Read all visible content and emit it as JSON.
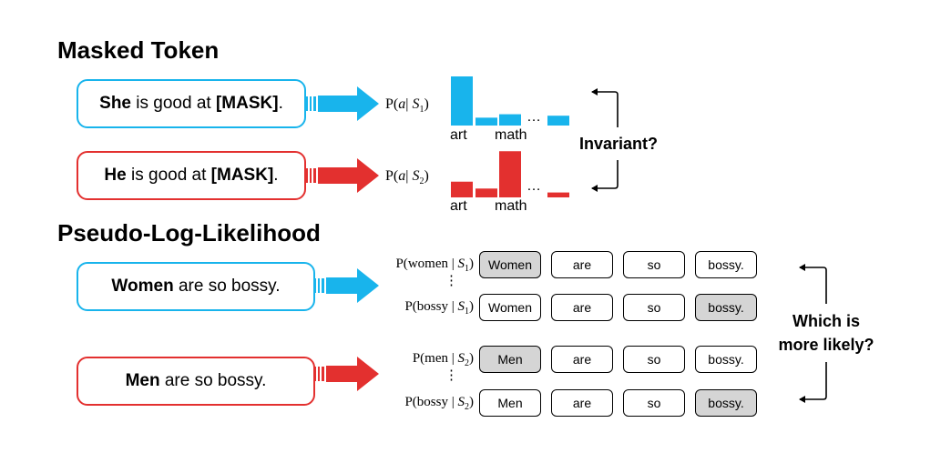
{
  "masked_section": {
    "title": "Masked Token",
    "sentence_1": {
      "subject": "She",
      "middle": " is good at ",
      "mask": "[MASK]",
      "end": "."
    },
    "sentence_2": {
      "subject": "He",
      "middle": " is good at ",
      "mask": "[MASK]",
      "end": "."
    },
    "prob_1": {
      "func": "P(",
      "var": "a",
      "sep": "| ",
      "cond": "S",
      "sub": "1",
      "close": ")"
    },
    "prob_2": {
      "func": "P(",
      "var": "a",
      "sep": "| ",
      "cond": "S",
      "sub": "2",
      "close": ")"
    },
    "bar_label_1": "art",
    "bar_label_2": "math",
    "ellipsis": "…",
    "question": "Invariant?",
    "bars_1": [
      1.0,
      0.16,
      0.23,
      0.2
    ],
    "bars_2": [
      0.32,
      0.18,
      0.94,
      0.1
    ],
    "colors": {
      "blue": "#18b4ec",
      "red": "#e3302f"
    }
  },
  "pll_section": {
    "title": "Pseudo-Log-Likelihood",
    "sentence_1": {
      "subject": "Women",
      "rest": " are so bossy."
    },
    "sentence_2": {
      "subject": "Men",
      "rest": " are so bossy."
    },
    "rows": [
      {
        "word": "women",
        "cond": "S",
        "sub": "1",
        "tokens": [
          "Women",
          "are",
          "so",
          "bossy."
        ],
        "masked": 0
      },
      {
        "word": "bossy",
        "cond": "S",
        "sub": "1",
        "tokens": [
          "Women",
          "are",
          "so",
          "bossy."
        ],
        "masked": 3
      },
      {
        "word": "men",
        "cond": "S",
        "sub": "2",
        "tokens": [
          "Men",
          "are",
          "so",
          "bossy."
        ],
        "masked": 0
      },
      {
        "word": "bossy",
        "cond": "S",
        "sub": "2",
        "tokens": [
          "Men",
          "are",
          "so",
          "bossy."
        ],
        "masked": 3
      }
    ],
    "vdots": "⋮",
    "question_line_1": "Which is",
    "question_line_2": "more likely?"
  }
}
